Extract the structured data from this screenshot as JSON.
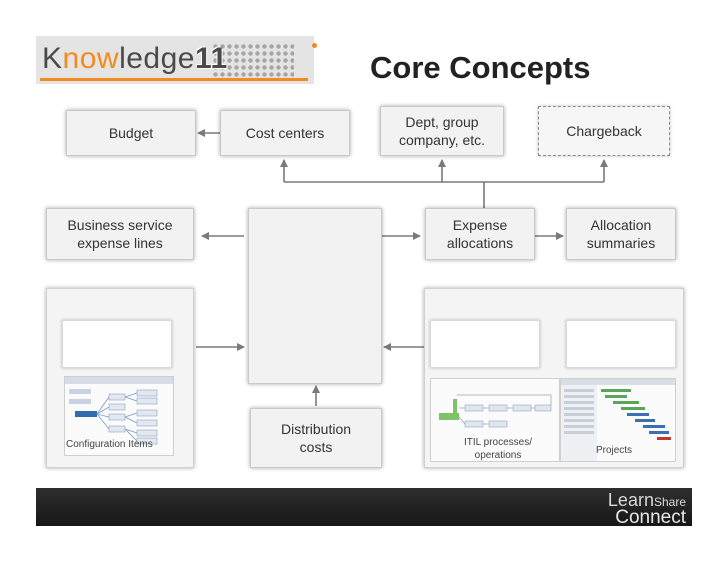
{
  "logo": {
    "part1": "K",
    "accent": "now",
    "part2": "ledge",
    "number": "11"
  },
  "title": "Core Concepts",
  "boxes": {
    "budget": "Budget",
    "cost_centers": "Cost centers",
    "dept_line1": "Dept, group",
    "dept_line2": "company, etc.",
    "chargeback": "Chargeback",
    "business_line1": "Business service",
    "business_line2": "expense lines",
    "expense_line1": "Expense",
    "expense_line2": "allocations",
    "allocation_line1": "Allocation",
    "allocation_line2": "summaries",
    "distribution_line1": "Distribution",
    "distribution_line2": "costs"
  },
  "labels": {
    "configuration_items": "Configuration Items",
    "itil_line1": "ITIL processes/",
    "itil_line2": "operations",
    "projects": "Projects"
  },
  "brand": {
    "learn": "Learn",
    "share": "Share",
    "connect": "Connect"
  },
  "colors": {
    "accent": "#f28a1f",
    "connector": "#7a7a7a",
    "footer": "#222222"
  }
}
